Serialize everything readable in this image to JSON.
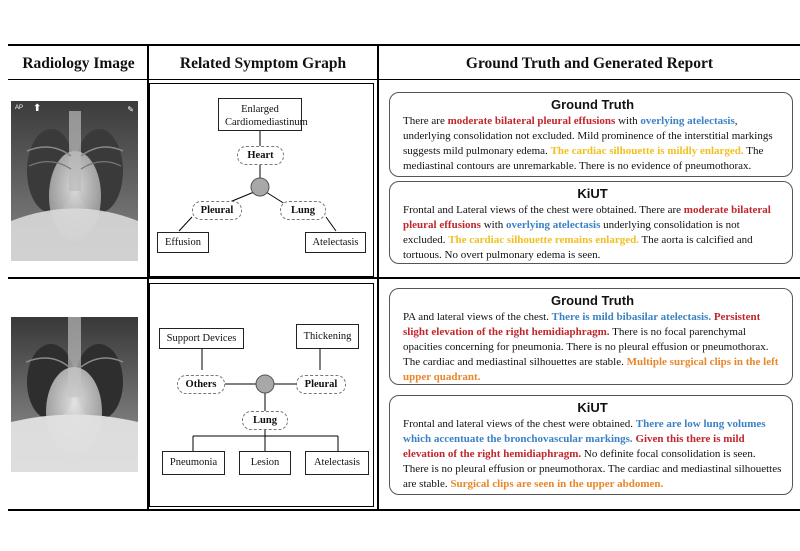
{
  "headers": {
    "image": "Radiology Image",
    "graph": "Related Symptom Graph",
    "report": "Ground Truth and Generated Report"
  },
  "row1": {
    "xray_markers": {
      "left": "AP",
      "right": ""
    },
    "graph": {
      "top_box": "Enlarged Cardiomediastinum",
      "heart": "Heart",
      "pleural": "Pleural",
      "lung": "Lung",
      "effusion": "Effusion",
      "atelectasis": "Atelectasis"
    },
    "gt": {
      "title": "Ground Truth",
      "s1": "There are ",
      "s2": "moderate bilateral pleural effusions",
      "s3": " with ",
      "s4": "overlying atelectasis",
      "s5": ", underlying consolidation not excluded.  Mild prominence of the interstitial markings suggests mild pulmonary edema.  ",
      "s6": "The cardiac silhouette is mildly enlarged.",
      "s7": "  The mediastinal contours are unremarkable.  There is no evidence of pneumothorax."
    },
    "kiut": {
      "title": "KiUT",
      "s1": "Frontal and Lateral views of the chest were obtained. There are ",
      "s2": "moderate bilateral pleural effusions",
      "s3": " with ",
      "s4": "overlying atelectasis",
      "s5": " underlying consolidation is not excluded. ",
      "s6": "The cardiac silhouette remains enlarged.",
      "s7": " The aorta is calcified and tortuous. No overt pulmonary edema is seen."
    }
  },
  "row2": {
    "graph": {
      "support": "Support Devices",
      "thickening": "Thickening",
      "others": "Others",
      "pleural": "Pleural",
      "lung": "Lung",
      "pneumonia": "Pneumonia",
      "lesion": "Lesion",
      "atelectasis": "Atelectasis"
    },
    "gt": {
      "title": "Ground Truth",
      "s1": "PA and lateral views of the chest. ",
      "s2": "There is mild bibasilar atelectasis.",
      "s3": " ",
      "s4": "Persistent slight elevation of the right hemidiaphragm.",
      "s5": " There is no focal parenchymal opacities concerning for pneumonia. There is no pleural effusion or pneumothorax. The cardiac and mediastinal silhouettes are stable. ",
      "s6": "Multiple surgical clips in the left upper quadrant."
    },
    "kiut": {
      "title": "KiUT",
      "s1": "Frontal and lateral views of the chest were obtained. ",
      "s2": "There are low lung volumes which accentuate the bronchovascular markings.",
      "s3": " ",
      "s4": "Given this there is mild elevation of the right hemidiaphragm.",
      "s5": " No definite focal consolidation is seen. There is no pleural effusion or pneumothorax. The cardiac and mediastinal silhouettes are stable. ",
      "s6": "Surgical clips are seen in the upper abdomen."
    }
  }
}
